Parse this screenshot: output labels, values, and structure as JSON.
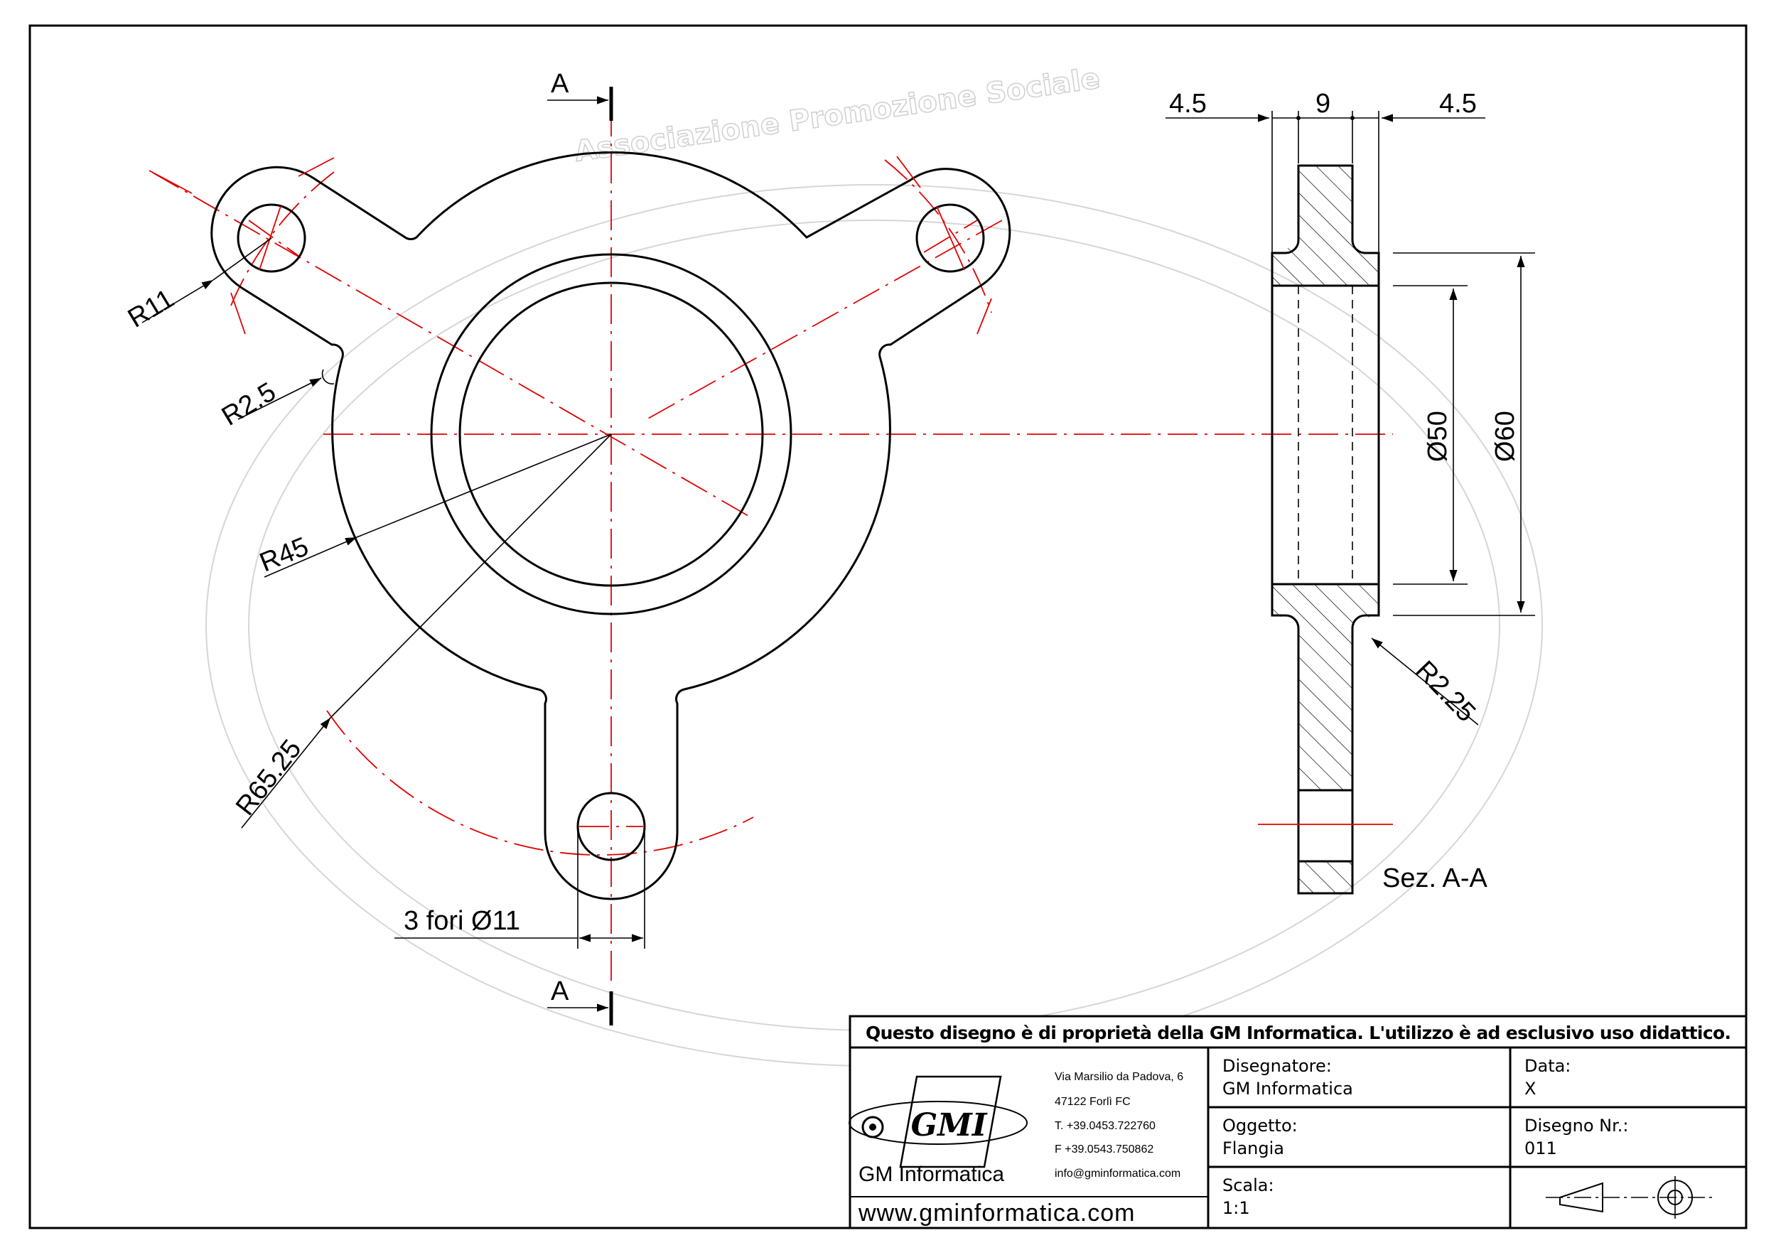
{
  "drawing": {
    "section_marks": [
      "A",
      "A"
    ],
    "dimensions": {
      "r11": "R11",
      "r2_5": "R2.5",
      "r45": "R45",
      "r65_25": "R65.25",
      "holes": "3 fori Ø11",
      "w_left": "4.5",
      "w_mid": "9",
      "w_right": "4.5",
      "d50": "Ø50",
      "d60": "Ø60",
      "r2_25": "R2.25"
    },
    "section_label": "Sez. A-A",
    "watermark": "Associazione Promozione Sociale",
    "colors": {
      "center_line": "#e00000",
      "outline": "#000000",
      "watermark": "#cfcfcf"
    }
  },
  "title_block": {
    "notice": "Questo disegno è di proprietà della GM Informatica. L'utilizzo è ad esclusivo uso didattico.",
    "company": {
      "logo_text": "GMI",
      "address1": "Via Marsilio da Padova, 6",
      "address2": "47122  Forlì  FC",
      "phone": "T. +39.0453.722760",
      "fax": "F +39.0543.750862",
      "email": "info@gminformatica.com",
      "name": "GM Informatica",
      "website": "www.gminformatica.com"
    },
    "designer_label": "Disegnatore:",
    "designer_value": "GM  Informatica",
    "date_label": "Data:",
    "date_value": "X",
    "object_label": "Oggetto:",
    "object_value": "Flangia",
    "number_label": "Disegno  Nr.:",
    "number_value": "011",
    "scale_label": "Scala:",
    "scale_value": "1:1",
    "projection_icon": "first-angle-projection-icon"
  }
}
